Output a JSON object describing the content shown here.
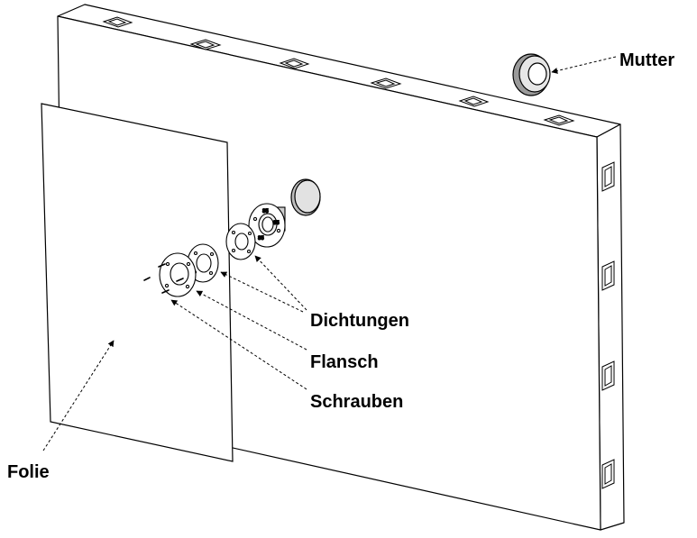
{
  "labels": {
    "mutter": "Mutter",
    "dichtungen": "Dichtungen",
    "flansch": "Flansch",
    "schrauben": "Schrauben",
    "folie": "Folie"
  },
  "colors": {
    "stroke": "#000000",
    "panel": "#ffffff",
    "leader": "#000000"
  }
}
